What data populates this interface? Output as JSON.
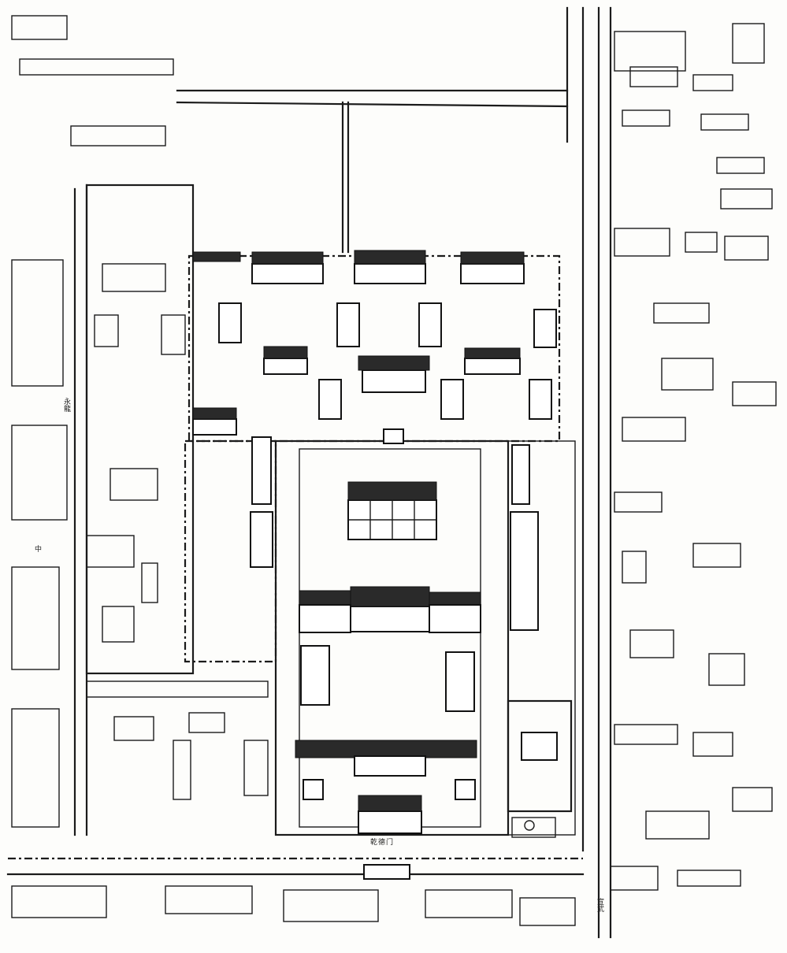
{
  "map": {
    "labels": {
      "gate": "乾德门",
      "side_left": "永龍",
      "side_right": "宣武",
      "corner": "中"
    },
    "colors": {
      "ink": "#1b1b1b",
      "paper": "#fdfdfb"
    }
  }
}
